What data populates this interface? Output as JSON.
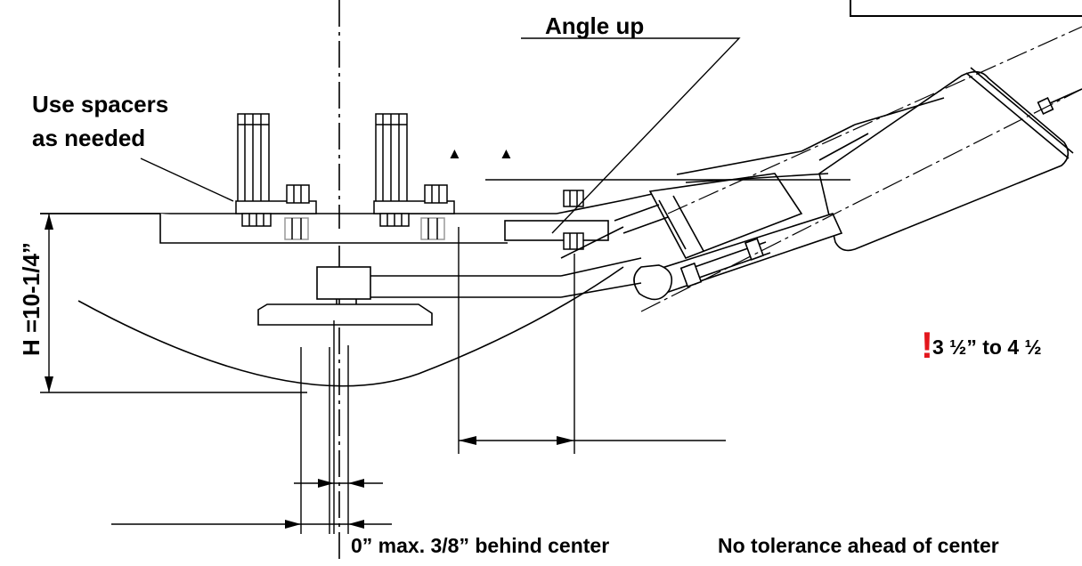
{
  "labels": {
    "angle_up": "Angle up",
    "spacers_line1": "Use spacers",
    "spacers_line2": "as needed",
    "height": "H =10-1/4”",
    "range": "3 ½” to 4 ½",
    "behind_center": "0” max. 3/8” behind center",
    "ahead_center": "No tolerance ahead of center",
    "triangle_marker": "▲",
    "warning_mark": "!"
  },
  "colors": {
    "ink": "#000000",
    "warning": "#e3161c",
    "background": "#ffffff"
  }
}
